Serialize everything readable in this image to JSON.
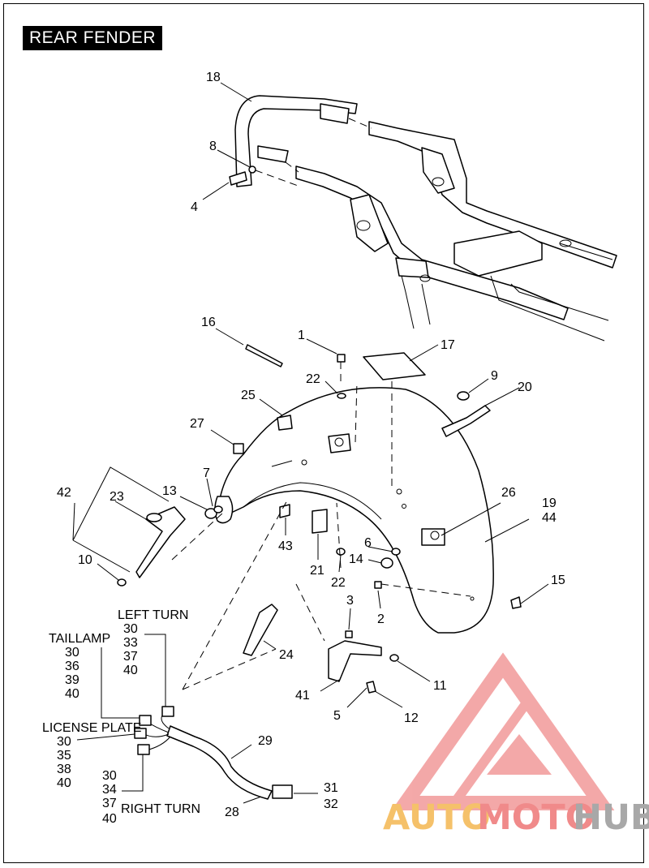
{
  "title": "REAR FENDER",
  "callouts": {
    "c1": "1",
    "c2": "2",
    "c3": "3",
    "c4": "4",
    "c5": "5",
    "c6": "6",
    "c7": "7",
    "c8": "8",
    "c9": "9",
    "c10": "10",
    "c11": "11",
    "c12": "12",
    "c13": "13",
    "c14": "14",
    "c15": "15",
    "c16": "16",
    "c17": "17",
    "c18": "18",
    "c19": "19",
    "c20": "20",
    "c21": "21",
    "c22a": "22",
    "c22b": "22",
    "c23": "23",
    "c24": "24",
    "c25": "25",
    "c26": "26",
    "c27": "27",
    "c28": "28",
    "c29": "29",
    "c31": "31",
    "c32": "32",
    "c41": "41",
    "c42": "42",
    "c43": "43",
    "c44": "44"
  },
  "harness": {
    "left_turn": {
      "label": "LEFT TURN",
      "parts": [
        "30",
        "33",
        "37",
        "40"
      ]
    },
    "taillamp": {
      "label": "TAILLAMP",
      "parts": [
        "30",
        "36",
        "39",
        "40"
      ]
    },
    "license_plate": {
      "label": "LICENSE PLATE",
      "parts": [
        "30",
        "35",
        "38",
        "40"
      ]
    },
    "right_turn": {
      "label": "RIGHT TURN",
      "parts": [
        "30",
        "34",
        "37",
        "40"
      ]
    }
  },
  "watermark": {
    "part1": "AUTO",
    "part2": "MOTO",
    "part3": "HUB",
    "colors": {
      "part1": "#f5c16a",
      "part2": "#f08a8a",
      "part3": "#a8a8a8",
      "logo": "#f08080"
    }
  }
}
